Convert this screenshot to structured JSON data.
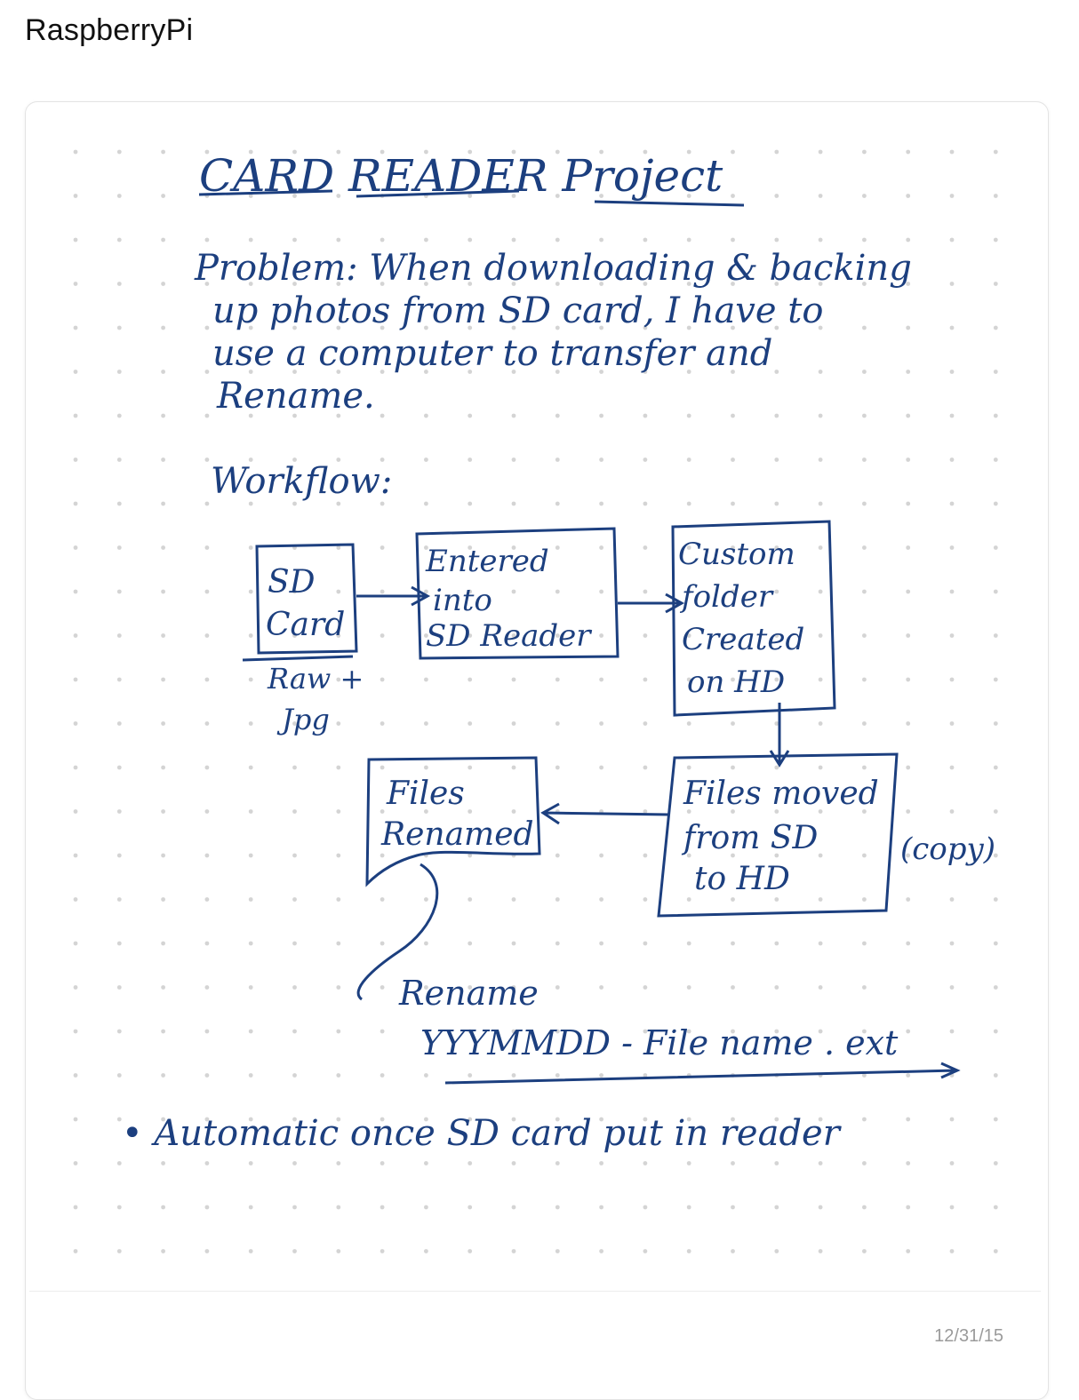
{
  "page": {
    "title": "RaspberryPi"
  },
  "note": {
    "date": "12/31/15",
    "ink_color": "#1c3f7f",
    "dot_color": "#d4d4d4",
    "handwriting": {
      "title": "CARD READER Project",
      "problem_lines": [
        "Problem: When downloading & backing",
        "up photos from SD card, I have to",
        "use a computer to transfer and",
        "Rename."
      ],
      "workflow_label": "Workflow:",
      "sd_card_box": [
        "SD",
        "Card"
      ],
      "sd_card_caption": [
        "Raw +",
        "Jpg"
      ],
      "reader_box": [
        "Entered",
        "into",
        "SD Reader"
      ],
      "folder_box": [
        "Custom",
        "folder",
        "Created",
        "on HD"
      ],
      "moved_box": [
        "Files moved",
        "from SD",
        "to HD"
      ],
      "copy_note": "(copy)",
      "renamed_box": [
        "Files",
        "Renamed"
      ],
      "rename_label": "Rename",
      "rename_pattern": "YYYMMDD - File name . ext",
      "automatic_note": "• Automatic once SD card put in reader"
    }
  }
}
